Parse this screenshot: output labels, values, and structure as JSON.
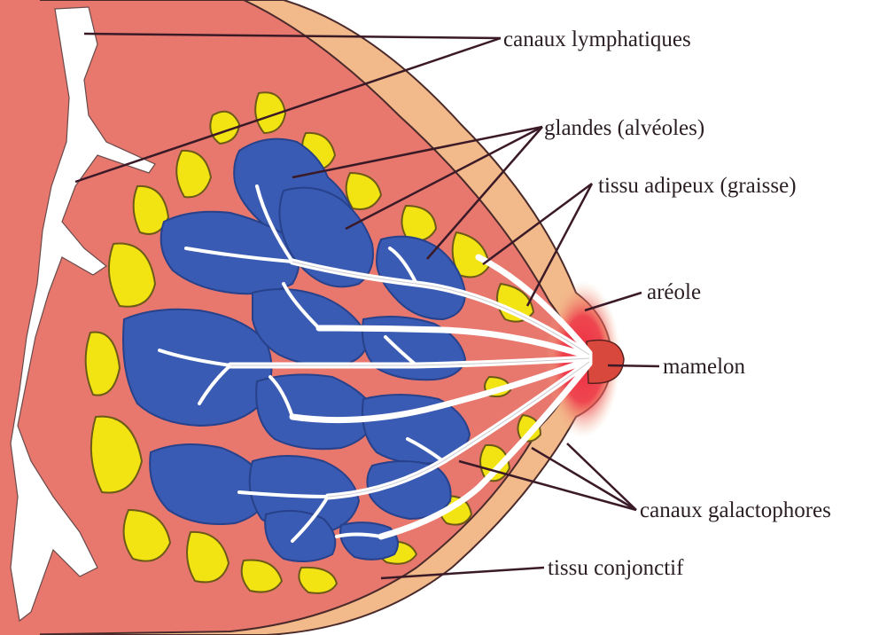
{
  "labels": {
    "lymph": "canaux lymphatiques",
    "glandes": "glandes (alvéoles)",
    "adipeux": "tissu adipeux (graisse)",
    "areole": "aréole",
    "mamelon": "mamelon",
    "galacto": "canaux galactophores",
    "conjonctif": "tissu conjonctif"
  },
  "colors": {
    "skin_outer": "#f2b98a",
    "tissue_inner": "#e8786e",
    "gland": "#3a5bb3",
    "gland_outline": "#27418a",
    "fat": "#f2e312",
    "fat_outline": "#6e5a18",
    "duct": "#ffffff",
    "areola": "#ee3a4a",
    "nipple": "#d8483c",
    "leader_line": "#3b1a28"
  }
}
